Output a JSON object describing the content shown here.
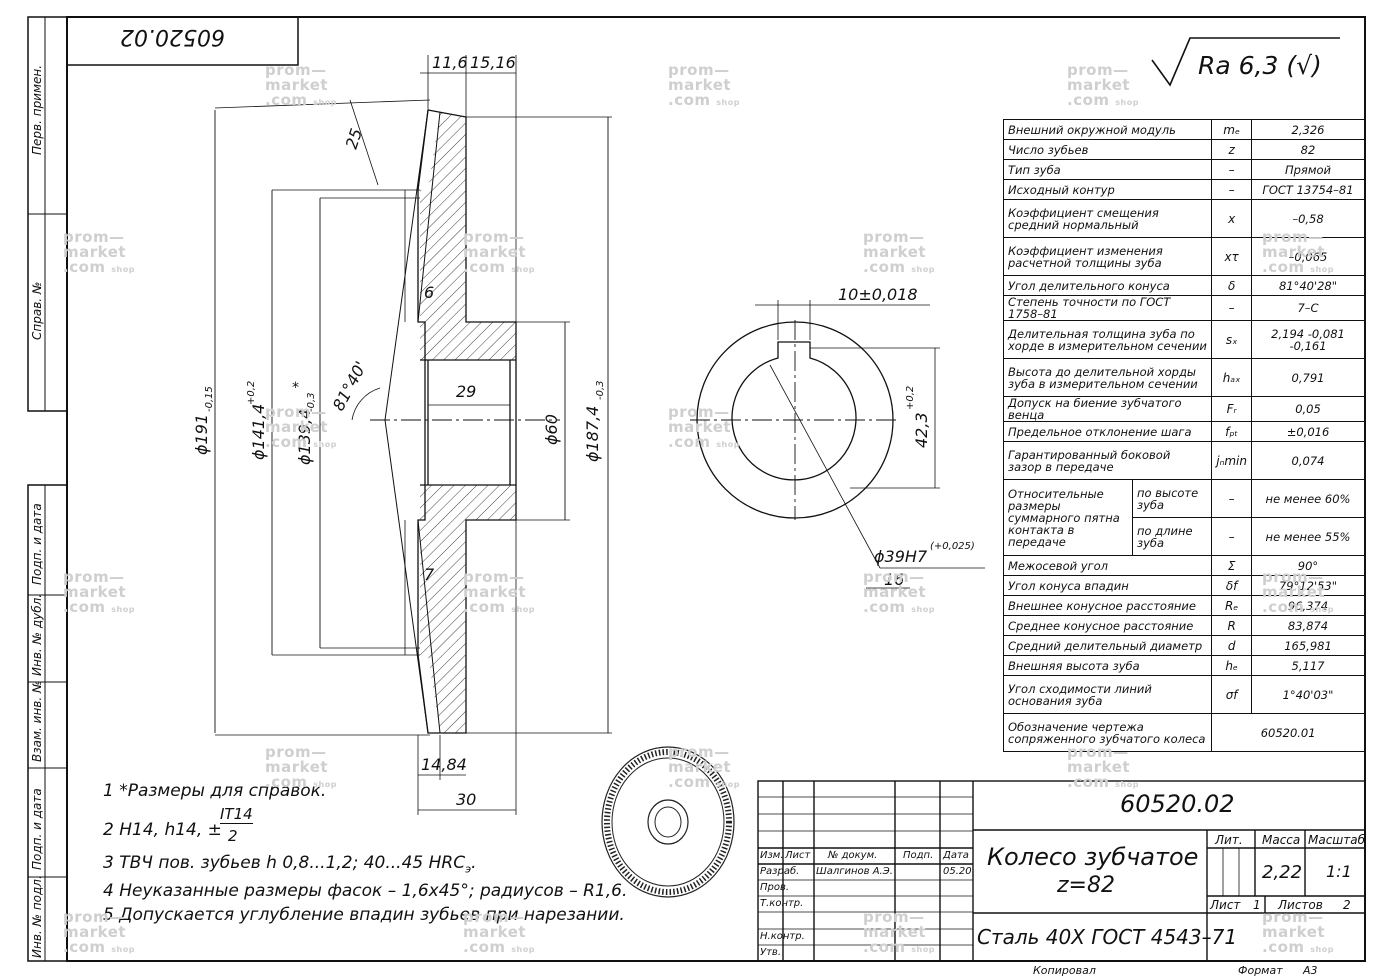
{
  "drawing": {
    "number": "60520.02",
    "number_rotated": "60520.02",
    "roughness": "Ra 6,3 (√)",
    "dimensions": {
      "d11_6": "11,6",
      "d15_16": "15,16",
      "d25": "25",
      "d6": "6",
      "d7": "7",
      "d29": "29",
      "d60": "ϕ60",
      "d191": "ϕ191",
      "d191_tol": "-0,15",
      "d141": "ϕ141,4",
      "d141_tol": "+0,2",
      "d139": "ϕ139,4",
      "d139_tol": "-0,3",
      "d139_star": "*",
      "d187": "ϕ187,4",
      "d187_tol": "-0,3",
      "angle": "81°40'",
      "d14_84": "14,84",
      "d30": "30",
      "key_width": "10±0,018",
      "key_depth": "42,3",
      "key_depth_tol": "+0,2",
      "bore": "ϕ39H7",
      "bore_tol": "(+0,025)",
      "chamfer": "16"
    }
  },
  "side_labels": {
    "perv": "Перв. примен.",
    "sprav": "Справ. №",
    "podp1": "Подп. и дата",
    "inv_dubl": "Инв. № дубл.",
    "vzam": "Взам. инв. №",
    "podp2": "Подп. и дата",
    "inv_podl": "Инв. № подл."
  },
  "param_table": [
    {
      "name": "Внешний окружной модуль",
      "sym": "mₑ",
      "val": "2,326"
    },
    {
      "name": "Число зубьев",
      "sym": "z",
      "val": "82"
    },
    {
      "name": "Тип зуба",
      "sym": "–",
      "val": "Прямой"
    },
    {
      "name": "Исходный контур",
      "sym": "–",
      "val": "ГОСТ 13754–81"
    },
    {
      "name": "Коэффициент смещения средний нормальный",
      "sym": "x",
      "val": "–0,58"
    },
    {
      "name": "Коэффициент изменения расчетной толщины зуба",
      "sym": "xτ",
      "val": "–0,065"
    },
    {
      "name": "Угол делительного конуса",
      "sym": "δ",
      "val": "81°40'28\""
    },
    {
      "name": "Степень точности по ГОСТ 1758–81",
      "sym": "–",
      "val": "7–C"
    },
    {
      "name": "Делительная толщина зуба по хорде в измерительном сечении",
      "sym": "sₓ",
      "val": "2,194 -0,081 -0,161"
    },
    {
      "name": "Высота до делительной хорды зуба в измерительном сечении",
      "sym": "hₐₓ",
      "val": "0,791"
    },
    {
      "name": "Допуск на биение зубчатого венца",
      "sym": "Fᵣ",
      "val": "0,05"
    },
    {
      "name": "Предельное отклонение шага",
      "sym": "fₚₜ",
      "val": "±0,016"
    },
    {
      "name": "Гарантированный боковой зазор в передаче",
      "sym": "jₙmin",
      "val": "0,074"
    },
    {
      "name": "Относительные размеры суммарного пятна контакта в передаче",
      "sub1": "по высоте зуба",
      "sym1": "–",
      "val1": "не менее 60%",
      "sub2": "по длине зуба",
      "sym2": "–",
      "val2": "не менее 55%"
    },
    {
      "name": "Межосевой угол",
      "sym": "Σ",
      "val": "90°"
    },
    {
      "name": "Угол конуса впадин",
      "sym": "δf",
      "val": "79°12'53\""
    },
    {
      "name": "Внешнее конусное расстояние",
      "sym": "Rₑ",
      "val": "96,374"
    },
    {
      "name": "Среднее конусное расстояние",
      "sym": "R",
      "val": "83,874"
    },
    {
      "name": "Средний делительный диаметр",
      "sym": "d",
      "val": "165,981"
    },
    {
      "name": "Внешняя высота зуба",
      "sym": "hₑ",
      "val": "5,117"
    },
    {
      "name": "Угол сходимости линий основания зуба",
      "sym": "σf",
      "val": "1°40'03\""
    },
    {
      "name": "Обозначение чертежа сопряженного зубчатого колеса",
      "val": "60520.01"
    }
  ],
  "notes": [
    "1  *Размеры для справок.",
    "2  H14, h14, ±",
    "IT14",
    "2",
    "3  ТВЧ пов. зубьев h 0,8...1,2; 40...45 HRC",
    "э",
    ".",
    "4  Неуказанные размеры фасок – 1,6х45°; радиусов – R1,6.",
    "5  Допускается углубление впадин зубьев при нарезании."
  ],
  "title_block": {
    "number": "60520.02",
    "name_line1": "Колесо зубчатое",
    "name_line2": "z=82",
    "material": "Сталь 40Х  ГОСТ 4543–71",
    "headers": [
      "Изм.",
      "Лист",
      "№ докум.",
      "Подп.",
      "Дата"
    ],
    "roles": [
      "Разраб.",
      "Пров.",
      "Т.контр.",
      "",
      "Н.контр.",
      "Утв."
    ],
    "developer": "Шалгинов А.Э.",
    "date": "05.20",
    "lit_label": "Лит.",
    "mass_label": "Масса",
    "scale_label": "Масштаб",
    "mass": "2,22",
    "scale": "1:1",
    "sheet_label": "Лист",
    "sheet": "1",
    "sheets_label": "Листов",
    "sheets": "2",
    "copied": "Копировал",
    "format_label": "Формат",
    "format": "А3"
  },
  "watermark": {
    "line1": "prom—",
    "line2": "market",
    "line3": ".com",
    "small": "shop"
  }
}
